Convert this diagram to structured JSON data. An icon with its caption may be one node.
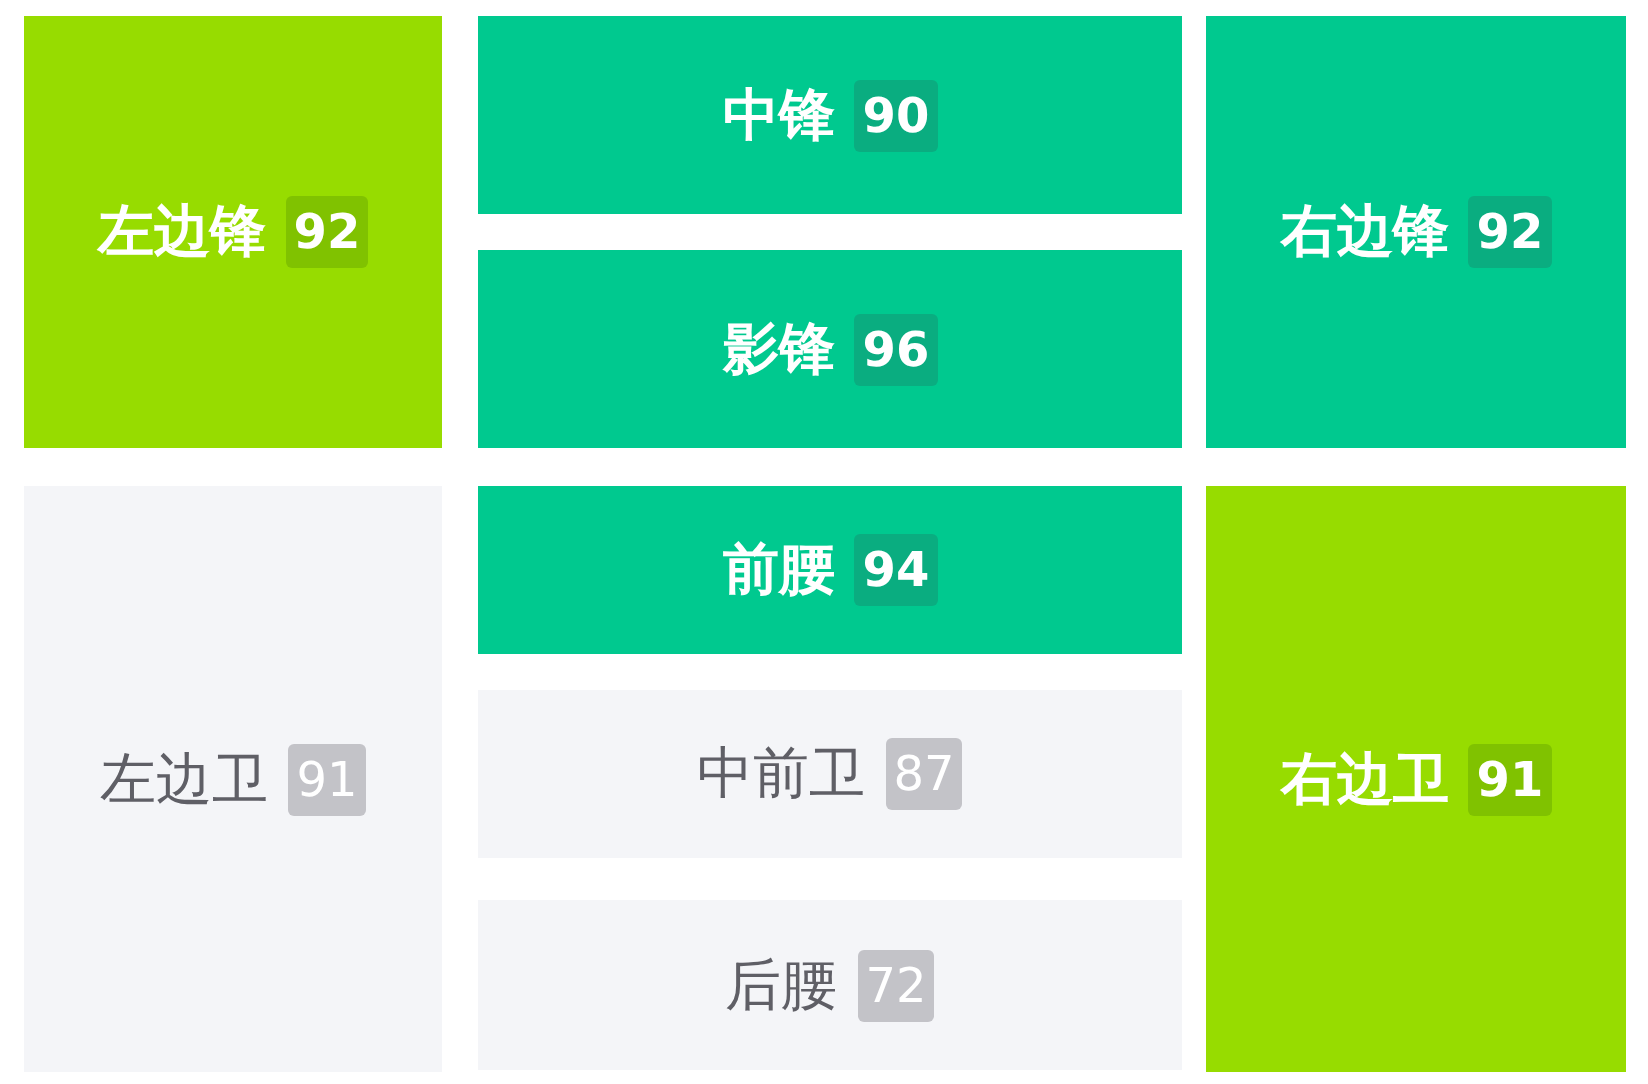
{
  "diagram": {
    "nodes": [
      {
        "text": [
          "左边锋",
          "92"
        ]
      },
      {
        "text": [
          "中锋",
          "90"
        ]
      },
      {
        "text": [
          "右边锋",
          "92"
        ]
      },
      {
        "text": [
          "影锋",
          "96"
        ]
      },
      {
        "text": [
          "左边卫",
          "91"
        ]
      },
      {
        "text": [
          "前腰",
          "94"
        ]
      },
      {
        "text": [
          "右边卫",
          "91"
        ]
      },
      {
        "text": [
          "中前卫",
          "87"
        ]
      },
      {
        "text": [
          "后腰",
          "72"
        ]
      }
    ]
  }
}
